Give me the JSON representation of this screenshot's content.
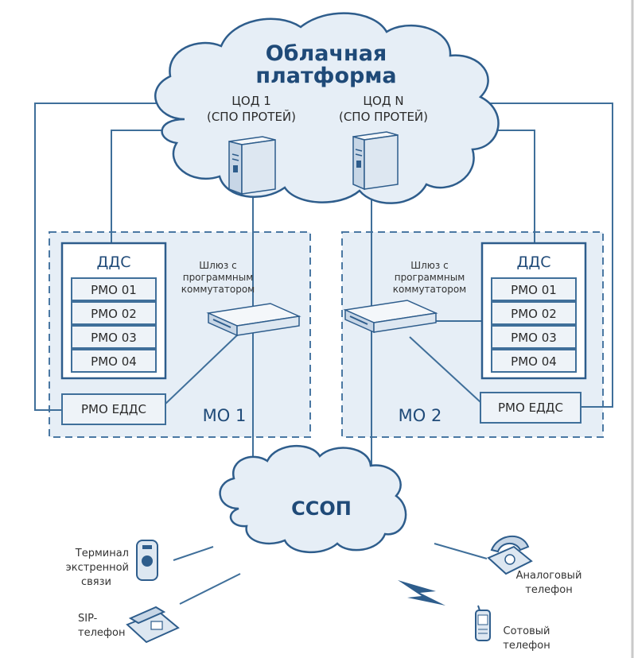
{
  "cloud": {
    "title_line1": "Облачная",
    "title_line2": "платформа",
    "dc1_line1": "ЦОД 1",
    "dc1_line2": "(СПО ПРОТЕЙ)",
    "dcn_line1": "ЦОД N",
    "dcn_line2": "(СПО ПРОТЕЙ)"
  },
  "mo1": {
    "label": "МО 1",
    "dds_title": "ДДС",
    "rmo_items": [
      "РМО 01",
      "РМО 02",
      "РМО 03",
      "РМО 04"
    ],
    "eddds": "РМО ЕДДС",
    "gateway_line1": "Шлюз с",
    "gateway_line2": "программным",
    "gateway_line3": "коммутатором"
  },
  "mo2": {
    "label": "МО 2",
    "dds_title": "ДДС",
    "rmo_items": [
      "РМО 01",
      "РМО 02",
      "РМО 03",
      "РМО 04"
    ],
    "eddds": "РМО ЕДДС",
    "gateway_line1": "Шлюз с",
    "gateway_line2": "программным",
    "gateway_line3": "коммутатором"
  },
  "network": {
    "label": "ССОП"
  },
  "devices": {
    "terminal_line1": "Терминал",
    "terminal_line2": "экстренной",
    "terminal_line3": "связи",
    "sip_line1": "SIP-",
    "sip_line2": "телефон",
    "analog_line1": "Аналоговый",
    "analog_line2": "телефон",
    "cell_line1": "Сотовый",
    "cell_line2": "телефон"
  },
  "colors": {
    "primary": "#2e5d8c",
    "fill": "#e6eef6",
    "text": "#1f4a78"
  }
}
